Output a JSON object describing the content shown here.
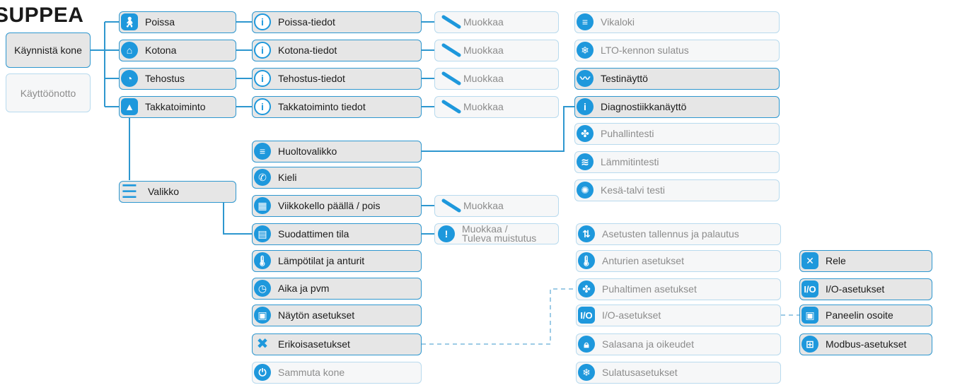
{
  "title": "SUPPEA",
  "left": {
    "start": "Käynnistä kone",
    "commissioning": "Käyttöönotto"
  },
  "modes": [
    {
      "label": "Poissa",
      "icon": "person-walking-icon",
      "info": "Poissa-tiedot",
      "edit": "Muokkaa"
    },
    {
      "label": "Kotona",
      "icon": "home-icon",
      "info": "Kotona-tiedot",
      "edit": "Muokkaa"
    },
    {
      "label": "Tehostus",
      "icon": "boost-gauge-icon",
      "info": "Tehostus-tiedot",
      "edit": "Muokkaa"
    },
    {
      "label": "Takkatoiminto",
      "icon": "fireplace-icon",
      "info": "Takkatoiminto tiedot",
      "edit": "Muokkaa"
    }
  ],
  "valikko": "Valikko",
  "menu": [
    {
      "label": "Huoltovalikko",
      "icon": "service-list-icon"
    },
    {
      "label": "Kieli",
      "icon": "language-speech-icon"
    },
    {
      "label": "Viikkokello päällä / pois",
      "icon": "calendar-icon"
    },
    {
      "label": "Suodattimen tila",
      "icon": "filter-icon"
    },
    {
      "label": "Lämpötilat ja anturit",
      "icon": "thermometer-icon"
    },
    {
      "label": "Aika ja pvm",
      "icon": "clock-icon"
    },
    {
      "label": "Näytön asetukset",
      "icon": "display-icon"
    },
    {
      "label": "Erikoisasetukset",
      "icon": "tools-icon"
    },
    {
      "label": "Sammuta kone",
      "icon": "power-icon"
    }
  ],
  "weekclock_edit": "Muokkaa",
  "filter_edit": "Muokkaa /\nTuleva muistutus",
  "service": [
    {
      "label": "Vikaloki",
      "icon": "fault-log-icon"
    },
    {
      "label": "LTO-kennon sulatus",
      "icon": "heat-exchanger-defrost-icon"
    },
    {
      "label": "Testinäyttö",
      "icon": "test-screen-icon"
    },
    {
      "label": "Diagnostiikkanäyttö",
      "icon": "info-icon"
    },
    {
      "label": "Puhallintesti",
      "icon": "fan-icon"
    },
    {
      "label": "Lämmitintesti",
      "icon": "heater-icon"
    },
    {
      "label": "Kesä-talvi testi",
      "icon": "summer-winter-icon"
    }
  ],
  "special": [
    {
      "label": "Asetusten tallennus ja palautus",
      "icon": "save-restore-icon"
    },
    {
      "label": "Anturien asetukset",
      "icon": "sensor-icon"
    },
    {
      "label": "Puhaltimen asetukset",
      "icon": "fan-icon"
    },
    {
      "label": "I/O-asetukset",
      "icon": "io-icon"
    },
    {
      "label": "Salasana ja oikeudet",
      "icon": "lock-icon"
    },
    {
      "label": "Sulatusasetukset",
      "icon": "defrost-icon"
    }
  ],
  "io": [
    {
      "label": "Rele",
      "icon": "relay-icon"
    },
    {
      "label": "I/O-asetukset",
      "icon": "io-icon"
    },
    {
      "label": "Paneelin osoite",
      "icon": "panel-icon"
    },
    {
      "label": "Modbus-asetukset",
      "icon": "network-icon"
    }
  ]
}
